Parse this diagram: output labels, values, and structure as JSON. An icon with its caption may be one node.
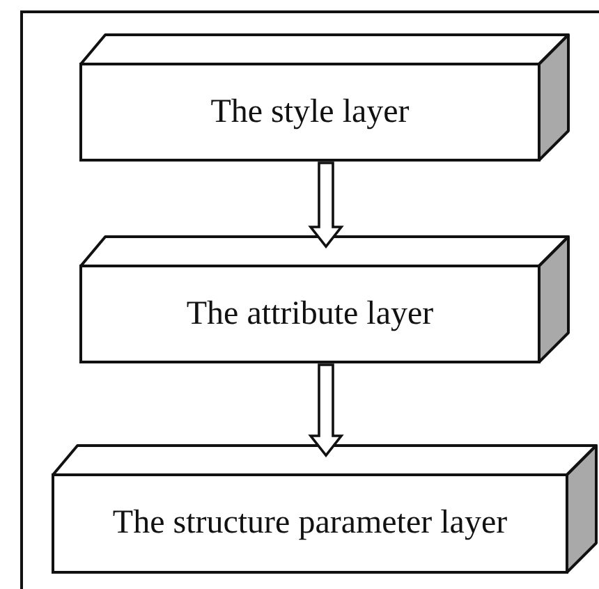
{
  "diagram": {
    "nodes": [
      {
        "text": [
          "The style layer"
        ]
      },
      {
        "text": [
          "The attribute layer"
        ]
      },
      {
        "text": [
          "The structure parameter layer"
        ]
      }
    ],
    "edges": [
      {
        "from": 0,
        "to": 1,
        "arrow": "to"
      },
      {
        "from": 1,
        "to": 2,
        "arrow": "to"
      }
    ]
  }
}
